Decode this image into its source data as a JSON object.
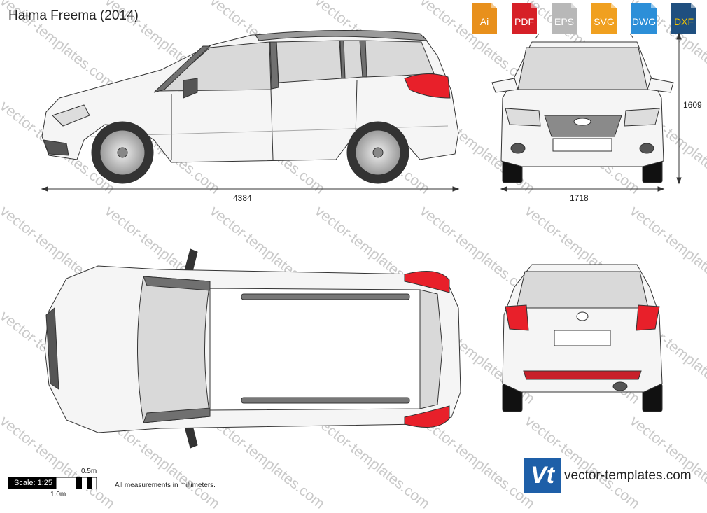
{
  "page": {
    "title": "Haima Freema (2014)"
  },
  "formats": [
    {
      "label": "Ai",
      "color": "#e8901c"
    },
    {
      "label": "PDF",
      "color": "#d62027"
    },
    {
      "label": "EPS",
      "color": "#b8b8b8"
    },
    {
      "label": "SVG",
      "color": "#f0a020"
    },
    {
      "label": "DWG",
      "color": "#2c8fd8"
    },
    {
      "label": "DXF",
      "color": "#1f4f7f"
    }
  ],
  "dimensions": {
    "length": "4384",
    "width": "1718",
    "height": "1609"
  },
  "scale": {
    "label": "Scale: 1:25",
    "half": "0.5m",
    "full": "1.0m"
  },
  "note": "All measurements in millimeters.",
  "brand": {
    "logo": "Vt",
    "site": "vector-templates.com"
  },
  "watermark": "vector-templates.com",
  "colors": {
    "taillight": "#e8202a",
    "glass": "#d9d9d9",
    "trim": "#707070",
    "body": "#f5f5f5"
  }
}
